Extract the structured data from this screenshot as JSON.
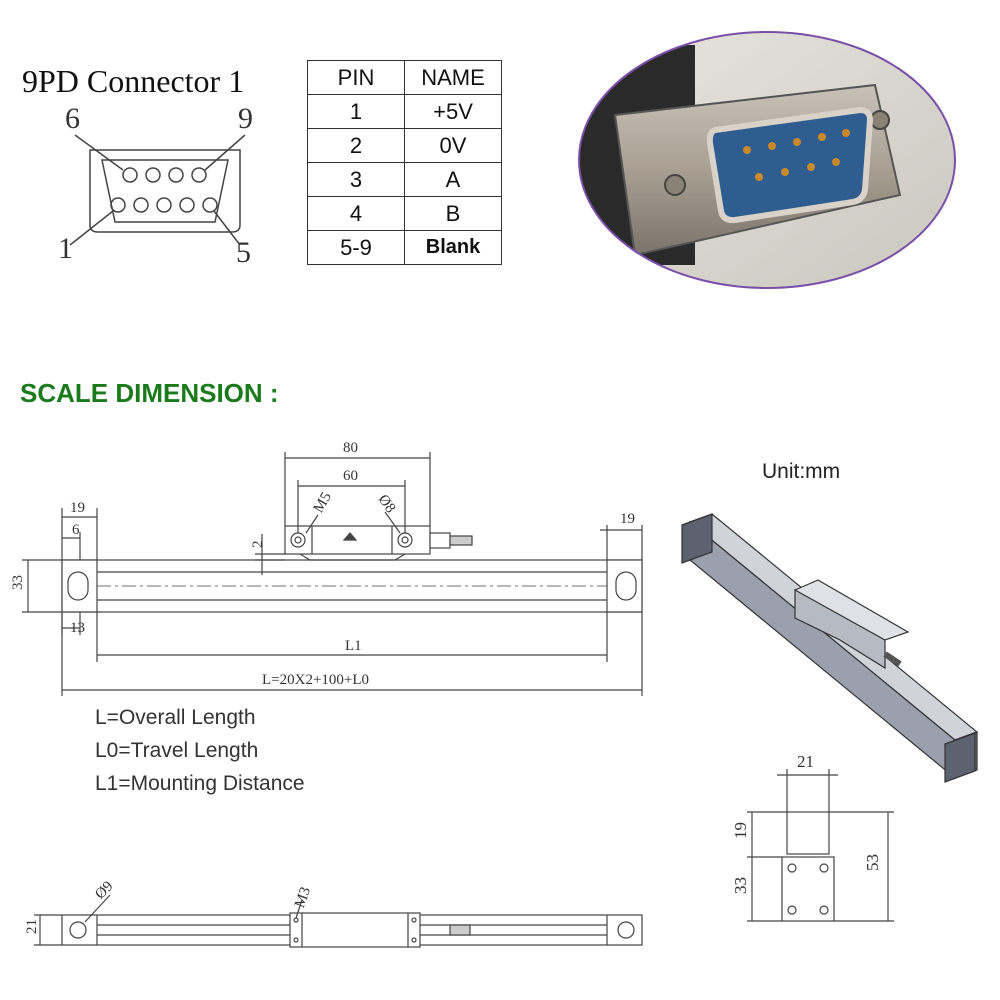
{
  "connector": {
    "title": "9PD Connector 1",
    "pin_labels": {
      "top_left": "6",
      "top_right": "9",
      "bottom_left": "1",
      "bottom_right": "5"
    }
  },
  "pin_table": {
    "headers": [
      "PIN",
      "NAME"
    ],
    "rows": [
      {
        "pin": "1",
        "name": "+5V"
      },
      {
        "pin": "2",
        "name": "0V"
      },
      {
        "pin": "3",
        "name": "A"
      },
      {
        "pin": "4",
        "name": "B"
      },
      {
        "pin": "5-9",
        "name": "Blank"
      }
    ]
  },
  "section_title": "SCALE DIMENSION :",
  "unit_label": "Unit:mm",
  "front_view": {
    "dims": {
      "d80": "80",
      "d60": "60",
      "m5": "M5",
      "phi8": "Ø8",
      "d19_left": "19",
      "d6": "6",
      "d19_right": "19",
      "d2": "2",
      "d33": "33",
      "d13": "13",
      "l1": "L1",
      "l_formula": "L=20X2+100+L0"
    }
  },
  "legend": [
    "L=Overall Length",
    "L0=Travel Length",
    "L1=Mounting Distance"
  ],
  "bottom_view": {
    "dims": {
      "phi9": "Ø9",
      "m3": "M3",
      "d21": "21"
    }
  },
  "end_view": {
    "dims": {
      "d21": "21",
      "d19": "19",
      "d33": "33",
      "d53": "53"
    }
  },
  "colors": {
    "title_green": "#1b7a1b",
    "photo_ring": "#7b4fa8",
    "connector_blue": "#2f5d8f",
    "line": "#333333"
  }
}
